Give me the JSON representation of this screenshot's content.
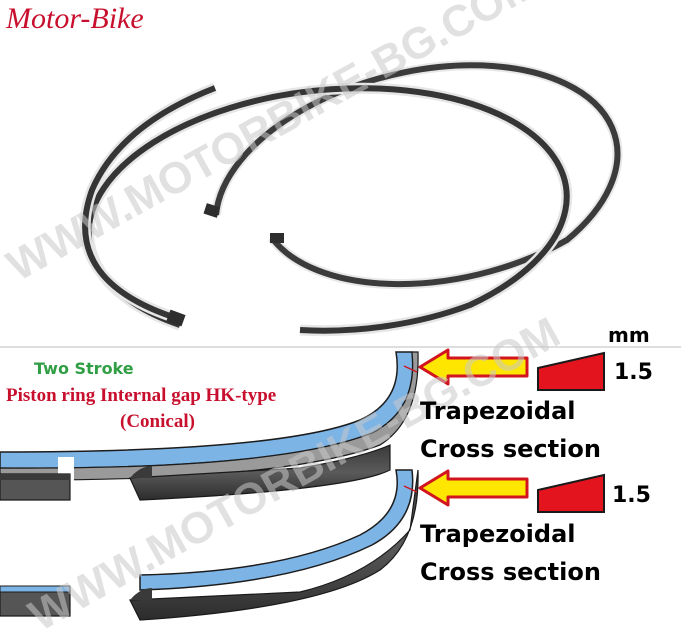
{
  "brand": "Motor-Bike",
  "watermark": "WWW.MOTORBIKE-BG.COM",
  "diagram": {
    "title": "Two Stroke",
    "subtitle": "Piston ring Internal gap HK-type",
    "subtitle2": "(Conical)",
    "unit": "mm"
  },
  "sections": [
    {
      "value": "1.5",
      "label_line1": "Trapezoidal",
      "label_line2": "Cross section"
    },
    {
      "value": "1.5",
      "label_line1": "Trapezoidal",
      "label_line2": "Cross section"
    }
  ],
  "colors": {
    "brand": "#c8102e",
    "title": "#2f9e44",
    "ring_blue": "#7db4e6",
    "ring_dark": "#3c3c3c",
    "arrow_fill": "#ffe600",
    "arrow_stroke": "#d2141e",
    "profile_fill": "#e3141e"
  },
  "icons": [
    "piston-ring-photo",
    "arrow-left-icon",
    "trapezoid-profile-icon"
  ]
}
